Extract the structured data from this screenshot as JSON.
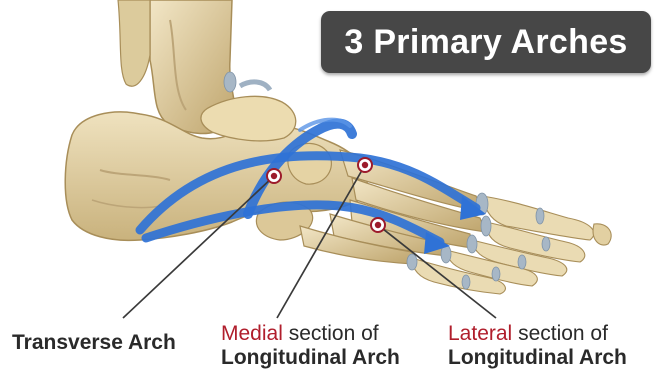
{
  "title": "3 Primary Arches",
  "labels": {
    "transverse": "Transverse Arch",
    "medial_highlight": "Medial",
    "medial_rest": "section of",
    "medial_line2": "Longitudinal Arch",
    "lateral_highlight": "Lateral",
    "lateral_rest": "section of",
    "lateral_line2": "Longitudinal Arch"
  },
  "colors": {
    "bone": "#e6d6ad",
    "bone_shadow": "#b79f6c",
    "cartilage": "#a7b7c6",
    "arch_blue": "#2f72d6",
    "marker_red": "#9c1b2b",
    "highlight_red": "#b01e2c",
    "badge_bg": "#474747"
  }
}
